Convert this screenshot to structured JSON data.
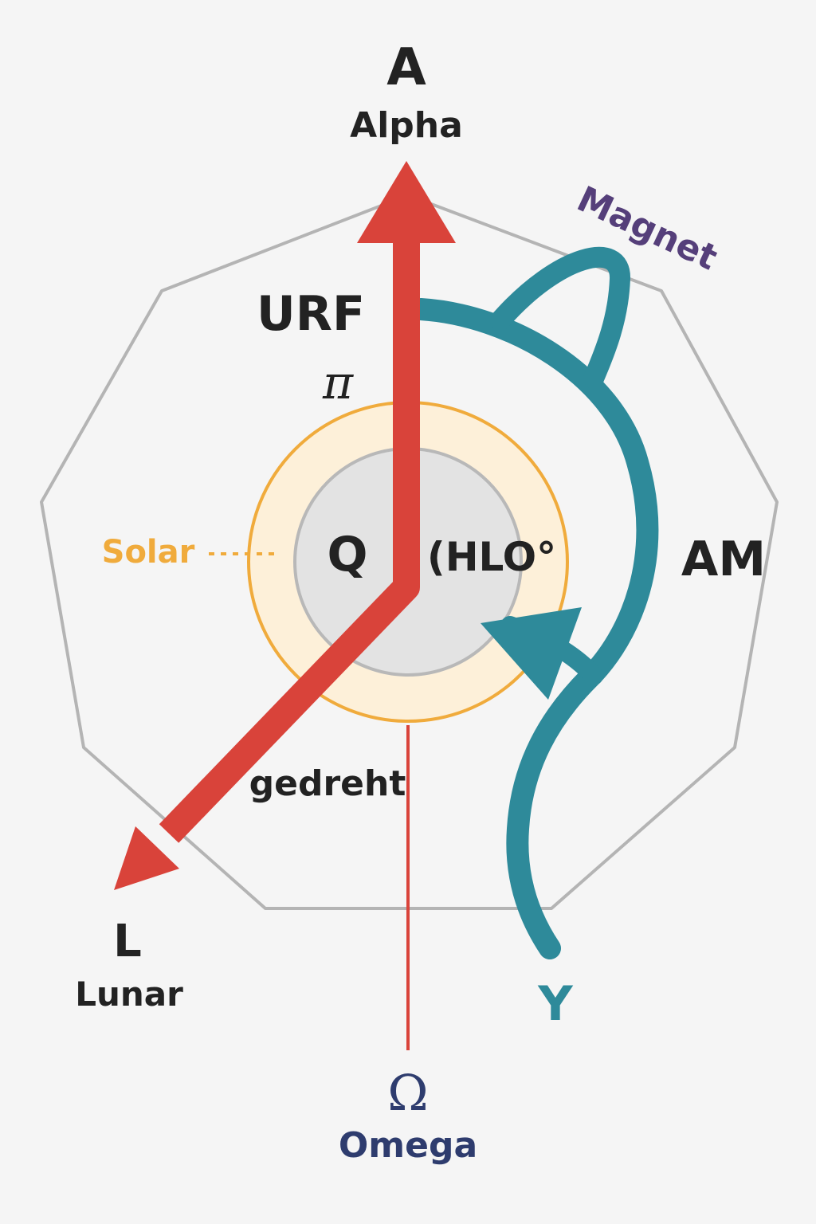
{
  "labels": {
    "top_letter": "A",
    "top_name": "Alpha",
    "urf": "URF",
    "pi": "π",
    "solar": "Solar",
    "center_q": "Q",
    "hlo": "(HLO°",
    "am": "AM",
    "magnet": "Magnet",
    "gedreht": "gedreht",
    "lunar_letter": "L",
    "lunar_name": "Lunar",
    "y_letter": "Y",
    "omega_symbol": "Ω",
    "omega_name": "Omega"
  },
  "colors": {
    "background": "#f5f5f5",
    "red_arrow": "#d9433a",
    "teal_curve": "#2e8a9a",
    "solar_ring": "#f0ab3c",
    "solar_fill": "#fdf0d9",
    "inner_circle_fill": "#e3e3e3",
    "inner_circle_stroke": "#b8b8b8",
    "polygon_stroke": "#b4b4b4",
    "dark_text": "#222222",
    "magnet_text": "#553f7a",
    "omega_text": "#2e3c6e"
  }
}
